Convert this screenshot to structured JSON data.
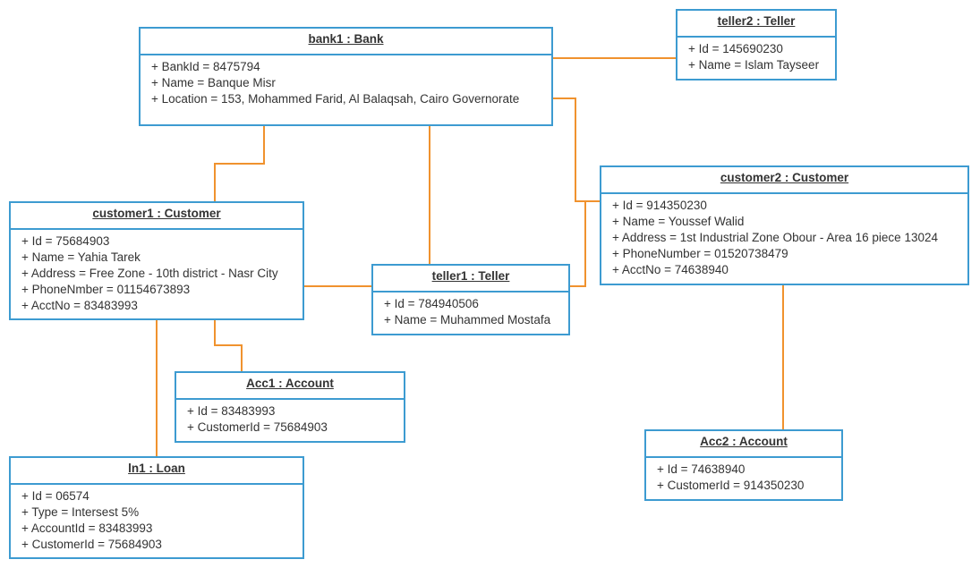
{
  "colors": {
    "border": "#3d9bd1",
    "link": "#f0922e",
    "text": "#333333"
  },
  "objects": {
    "bank1": {
      "title": "bank1 : Bank",
      "attrs": [
        "+ BankId = 8475794",
        "+ Name = Banque Misr",
        "+ Location = 153, Mohammed Farid, Al Balaqsah, Cairo Governorate"
      ]
    },
    "teller2": {
      "title": "teller2 : Teller",
      "attrs": [
        "+ Id = 145690230",
        "+ Name = Islam Tayseer"
      ]
    },
    "customer1": {
      "title": "customer1 : Customer",
      "attrs": [
        "+ Id = 75684903",
        "+ Name = Yahia Tarek",
        "+ Address = Free Zone - 10th district - Nasr City",
        "+ PhoneNmber = 01154673893",
        "+ AcctNo = 83483993"
      ]
    },
    "customer2": {
      "title": "customer2 : Customer",
      "attrs": [
        "+ Id = 914350230",
        "+ Name = Youssef Walid",
        "+ Address = 1st Industrial Zone Obour - Area 16 piece 13024",
        "+ PhoneNumber = 01520738479",
        "+ AcctNo = 74638940"
      ]
    },
    "teller1": {
      "title": "teller1 : Teller",
      "attrs": [
        "+ Id = 784940506",
        "+ Name = Muhammed Mostafa"
      ]
    },
    "acc1": {
      "title": "Acc1 : Account",
      "attrs": [
        "+ Id = 83483993",
        "+ CustomerId = 75684903"
      ]
    },
    "acc2": {
      "title": "Acc2 : Account",
      "attrs": [
        "+ Id = 74638940",
        "+ CustomerId = 914350230"
      ]
    },
    "ln1": {
      "title": "ln1 : Loan",
      "attrs": [
        "+ Id = 06574",
        "+ Type = Intersest 5%",
        "+ AccountId = 83483993",
        "+ CustomerId = 75684903"
      ]
    }
  }
}
